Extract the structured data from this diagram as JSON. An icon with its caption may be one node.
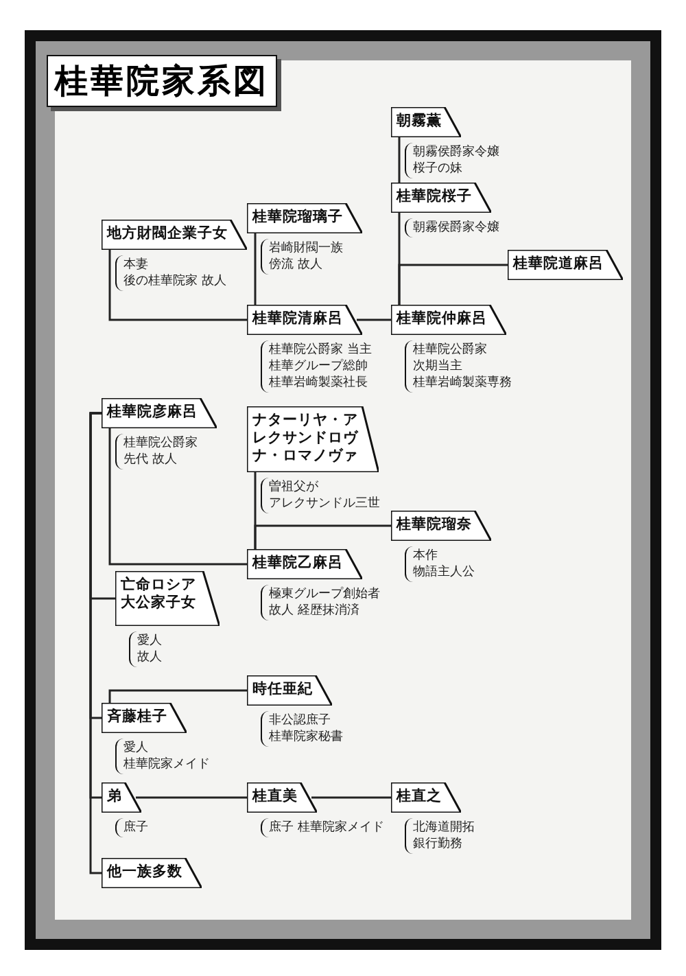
{
  "diagram": {
    "title": "桂華院家系図",
    "nodes": [
      {
        "text": [
          "地方財閥企業子女"
        ],
        "beside": [
          "本妻",
          "後の桂華院家 故人"
        ]
      },
      {
        "text": [
          "桂華院瑠璃子"
        ],
        "beside": [
          "岩崎財閥一族",
          "傍流 故人"
        ]
      },
      {
        "text": [
          "桂華院清麻呂"
        ],
        "beside": [
          "桂華院公爵家 当主",
          "桂華グループ総帥",
          "桂華岩崎製薬社長"
        ]
      },
      {
        "text": [
          "朝霧薫"
        ],
        "beside": [
          "朝霧侯爵家令嬢",
          "桜子の妹"
        ]
      },
      {
        "text": [
          "桂華院桜子"
        ],
        "beside": [
          "朝霧侯爵家令嬢"
        ]
      },
      {
        "text": [
          "桂華院道麻呂"
        ]
      },
      {
        "text": [
          "桂華院仲麻呂"
        ],
        "beside": [
          "桂華院公爵家",
          "次期当主",
          "桂華岩崎製薬専務"
        ]
      },
      {
        "text": [
          "桂華院彦麻呂"
        ],
        "beside": [
          "桂華院公爵家",
          "先代 故人"
        ]
      },
      {
        "text": [
          "ナターリヤ・アレクサンドロヴナ・ロマノヴァ"
        ],
        "beside": [
          "曽祖父が",
          "アレクサンドル三世"
        ]
      },
      {
        "text": [
          "桂華院瑠奈"
        ],
        "beside": [
          "本作",
          "物語主人公"
        ]
      },
      {
        "text": [
          "桂華院乙麻呂"
        ],
        "beside": [
          "極東グループ創始者",
          "故人 経歴抹消済"
        ]
      },
      {
        "text": [
          "亡命ロシア大公家子女"
        ],
        "beside": [
          "愛人",
          "故人"
        ]
      },
      {
        "text": [
          "時任亜紀"
        ],
        "beside": [
          "非公認庶子",
          "桂華院家秘書"
        ]
      },
      {
        "text": [
          "斉藤桂子"
        ],
        "beside": [
          "愛人",
          "桂華院家メイド"
        ]
      },
      {
        "text": [
          "弟"
        ],
        "beside": [
          "庶子"
        ]
      },
      {
        "text": [
          "桂直美"
        ],
        "beside": [
          "庶子 桂華院家メイド"
        ]
      },
      {
        "text": [
          "桂直之"
        ],
        "beside": [
          "北海道開拓",
          "銀行勤務"
        ]
      },
      {
        "text": [
          "他一族多数"
        ]
      }
    ],
    "edges": [
      {
        "from": 0,
        "to": 2,
        "arrow": "none"
      },
      {
        "from": 1,
        "to": 2,
        "arrow": "none"
      },
      {
        "from": 2,
        "to": 6,
        "arrow": "none"
      },
      {
        "from": 6,
        "to": 4,
        "arrow": "none"
      },
      {
        "from": 4,
        "to": 3,
        "arrow": "none"
      },
      {
        "from": 6,
        "to": 5,
        "arrow": "none"
      },
      {
        "from": 7,
        "to": 10,
        "arrow": "none"
      },
      {
        "from": 7,
        "to": 11,
        "arrow": "none"
      },
      {
        "from": 7,
        "to": 13,
        "arrow": "none"
      },
      {
        "from": 7,
        "to": 14,
        "arrow": "none"
      },
      {
        "from": 7,
        "to": 17,
        "arrow": "none"
      },
      {
        "from": 13,
        "to": 12,
        "arrow": "none"
      },
      {
        "from": 8,
        "to": 10,
        "arrow": "none"
      },
      {
        "from": 10,
        "to": 9,
        "arrow": "none"
      },
      {
        "from": 14,
        "to": 15,
        "arrow": "none"
      },
      {
        "from": 15,
        "to": 16,
        "arrow": "none"
      }
    ]
  }
}
